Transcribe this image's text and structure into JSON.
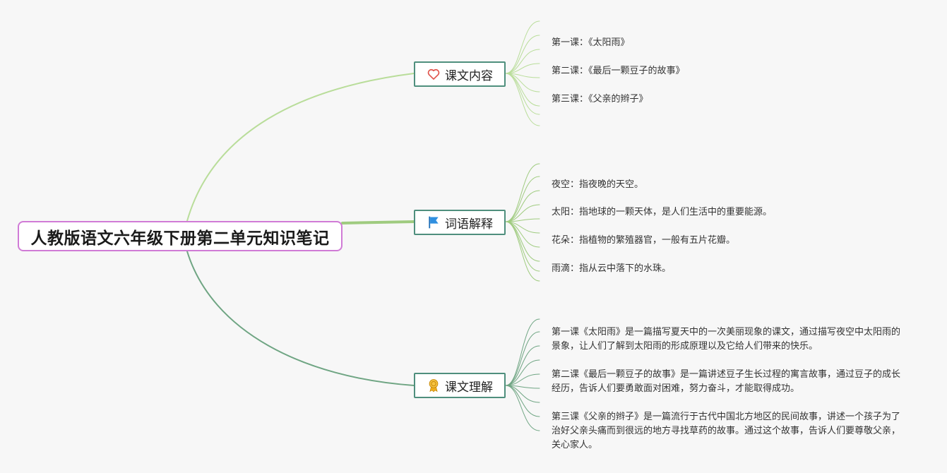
{
  "root": {
    "title": "人教版语文六年级下册第二单元知识笔记"
  },
  "branches": [
    {
      "label": "课文内容",
      "icon": "heart-icon",
      "color": "#b9dd9a",
      "leaves": [
        "第一课：《太阳雨》",
        "第二课：《最后一颗豆子的故事》",
        "第三课：《父亲的辫子》"
      ]
    },
    {
      "label": "词语解释",
      "icon": "flag-icon",
      "color": "#9fcb7f",
      "leaves": [
        "夜空：指夜晚的天空。",
        "太阳：指地球的一颗天体，是人们生活中的重要能源。",
        "花朵：指植物的繁殖器官，一般有五片花瓣。",
        "雨滴：指从云中落下的水珠。"
      ]
    },
    {
      "label": "课文理解",
      "icon": "award-ribbon-icon",
      "color": "#6fa583",
      "leaves": [
        "第一课《太阳雨》是一篇描写夏天中的一次美丽现象的课文，通过描写夜空中太阳雨的景象，让人们了解到太阳雨的形成原理以及它给人们带来的快乐。",
        "第二课《最后一颗豆子的故事》是一篇讲述豆子生长过程的寓言故事，通过豆子的成长经历，告诉人们要勇敢面对困难，努力奋斗，才能取得成功。",
        "第三课《父亲的辫子》是一篇流行于古代中国北方地区的民间故事，讲述一个孩子为了治好父亲头痛而到很远的地方寻找草药的故事。通过这个故事，告诉人们要尊敬父亲，关心家人。"
      ]
    }
  ],
  "colors": {
    "root_border": "#d07bd6",
    "branch_border": "#4f8f7d",
    "heart": "#e0524a",
    "flag": "#2f8fe0",
    "award": "#f2b01e"
  }
}
